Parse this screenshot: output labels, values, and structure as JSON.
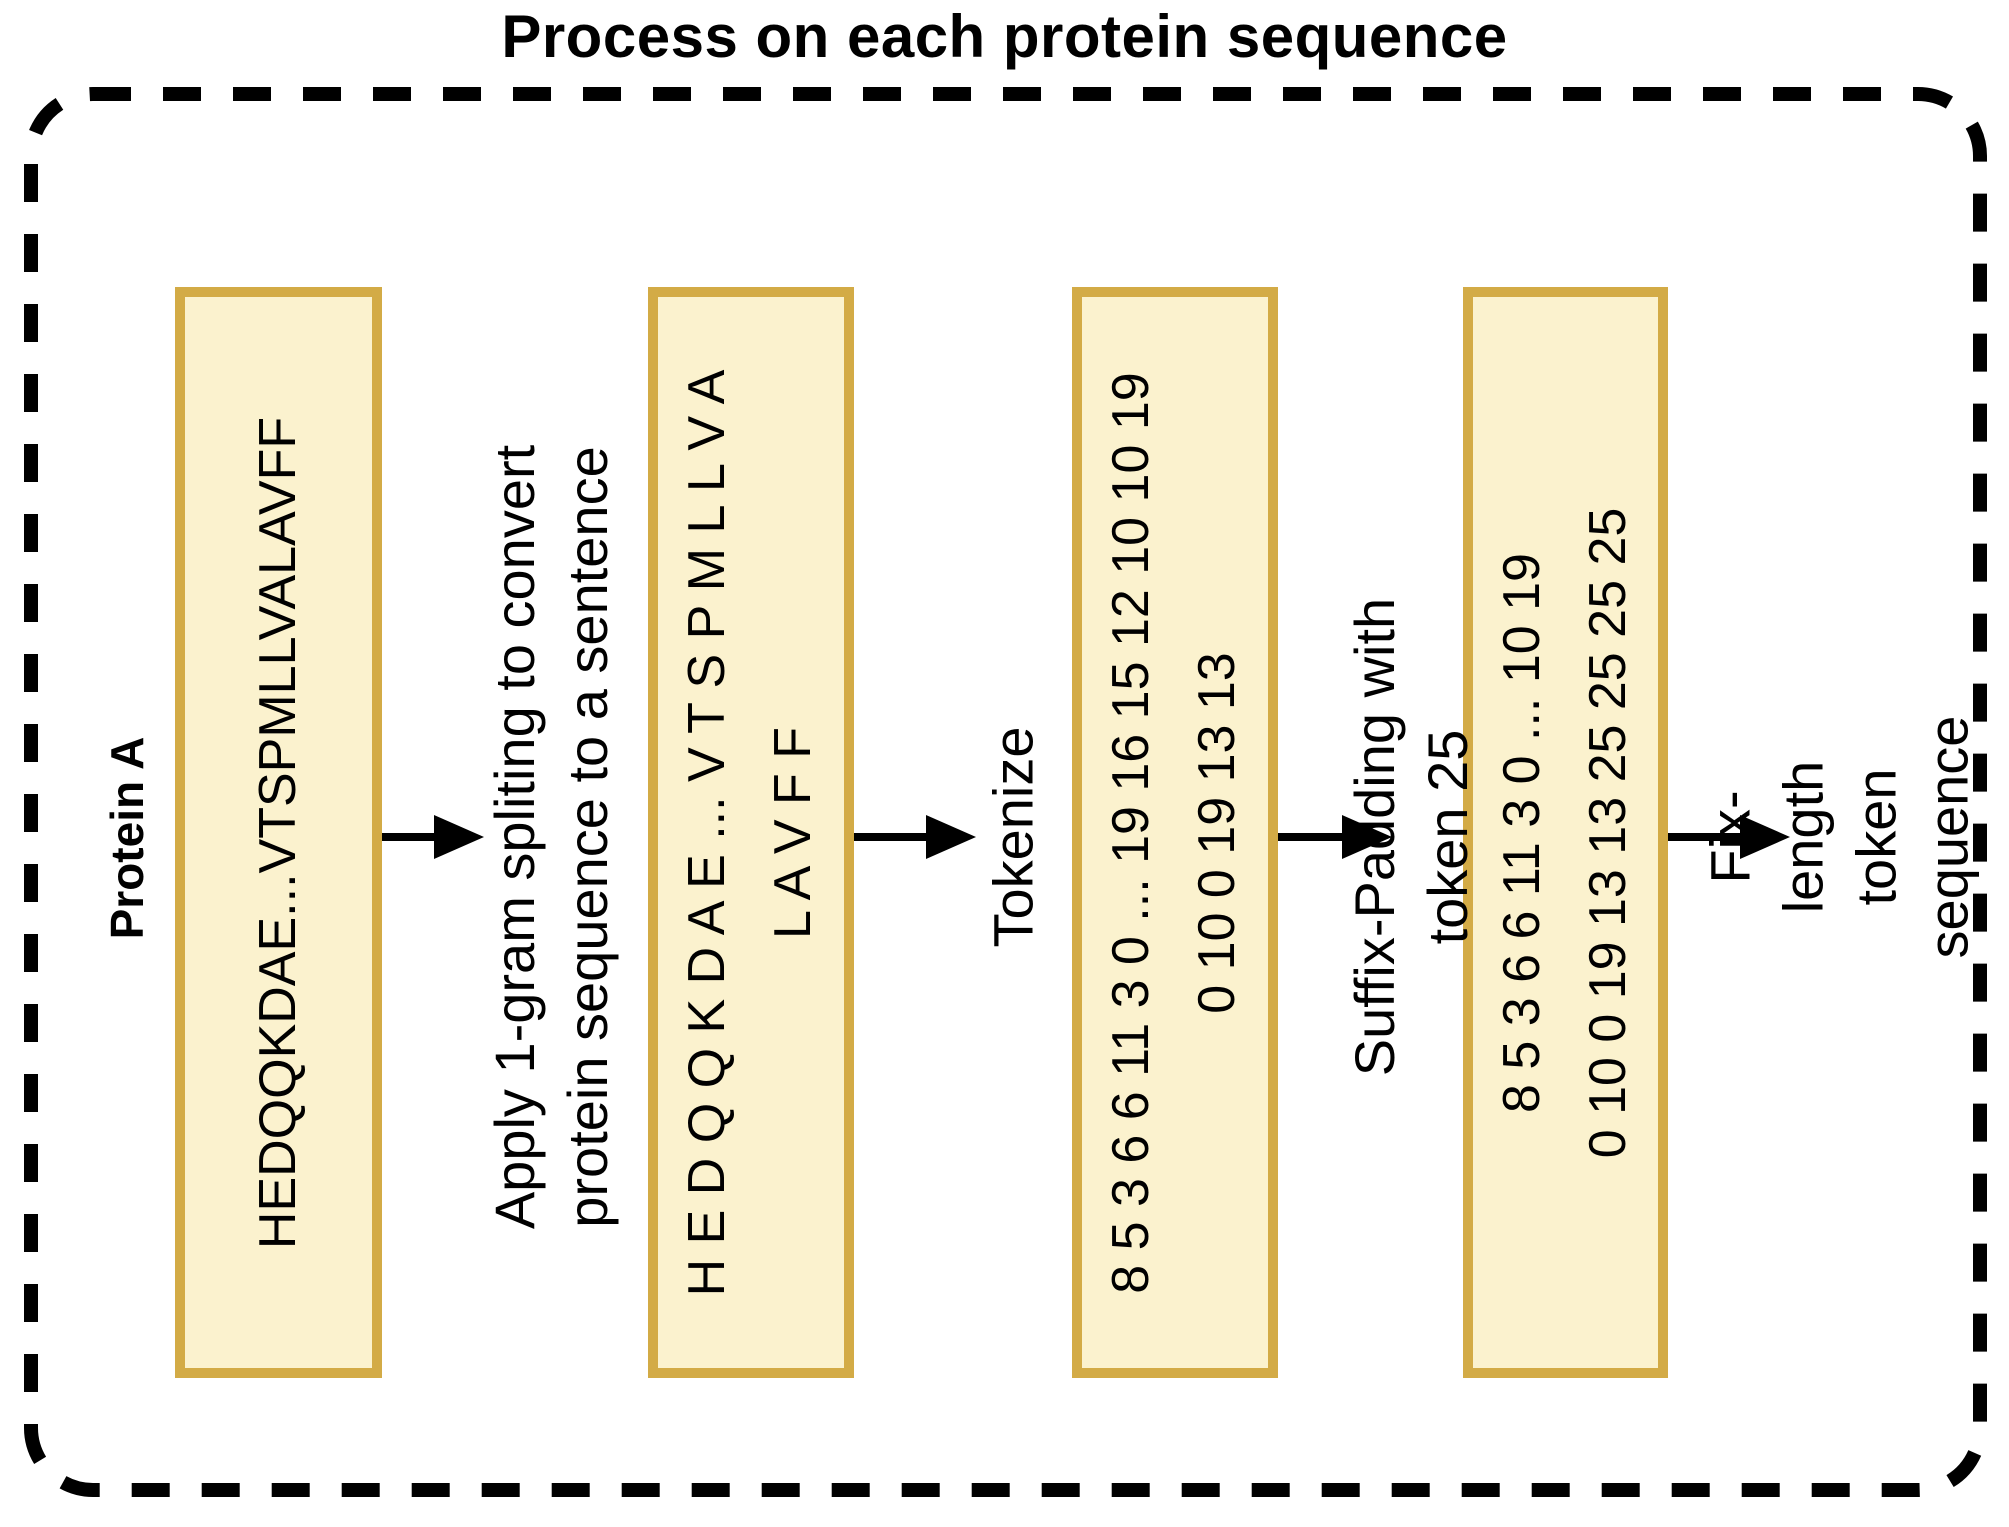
{
  "title": "Process on each protein sequence",
  "protein_label": "Protein A",
  "boxes": [
    {
      "name": "protein-sequence",
      "text": "HEDQQKDAE...VTSPMLLVALAVFF"
    },
    {
      "name": "sentence-sequence",
      "text": "H E D Q Q K D A E ... V T S P M L L V A\nL A V F F"
    },
    {
      "name": "token-sequence",
      "text": "8 5 3 6 6 11 3 0 ... 19 16 15 12 10 10 19\n0 10 0 19 13 13"
    },
    {
      "name": "padded-token-sequence",
      "text": "8 5 3 6 6 11 3 0 ... 10 19\n0 10 0 19 13 13 25 25 25 25"
    }
  ],
  "steps": [
    {
      "label": "Apply 1-gram spliting to convert\nprotein sequence to a sentence"
    },
    {
      "label": "Tokenize"
    },
    {
      "label": "Suffix-Padding with token 25"
    },
    {
      "label": "Fix-length token sequence"
    }
  ],
  "colors": {
    "box_fill": "#FBF2CE",
    "box_border": "#D3AB46",
    "line_color": "#000000"
  }
}
